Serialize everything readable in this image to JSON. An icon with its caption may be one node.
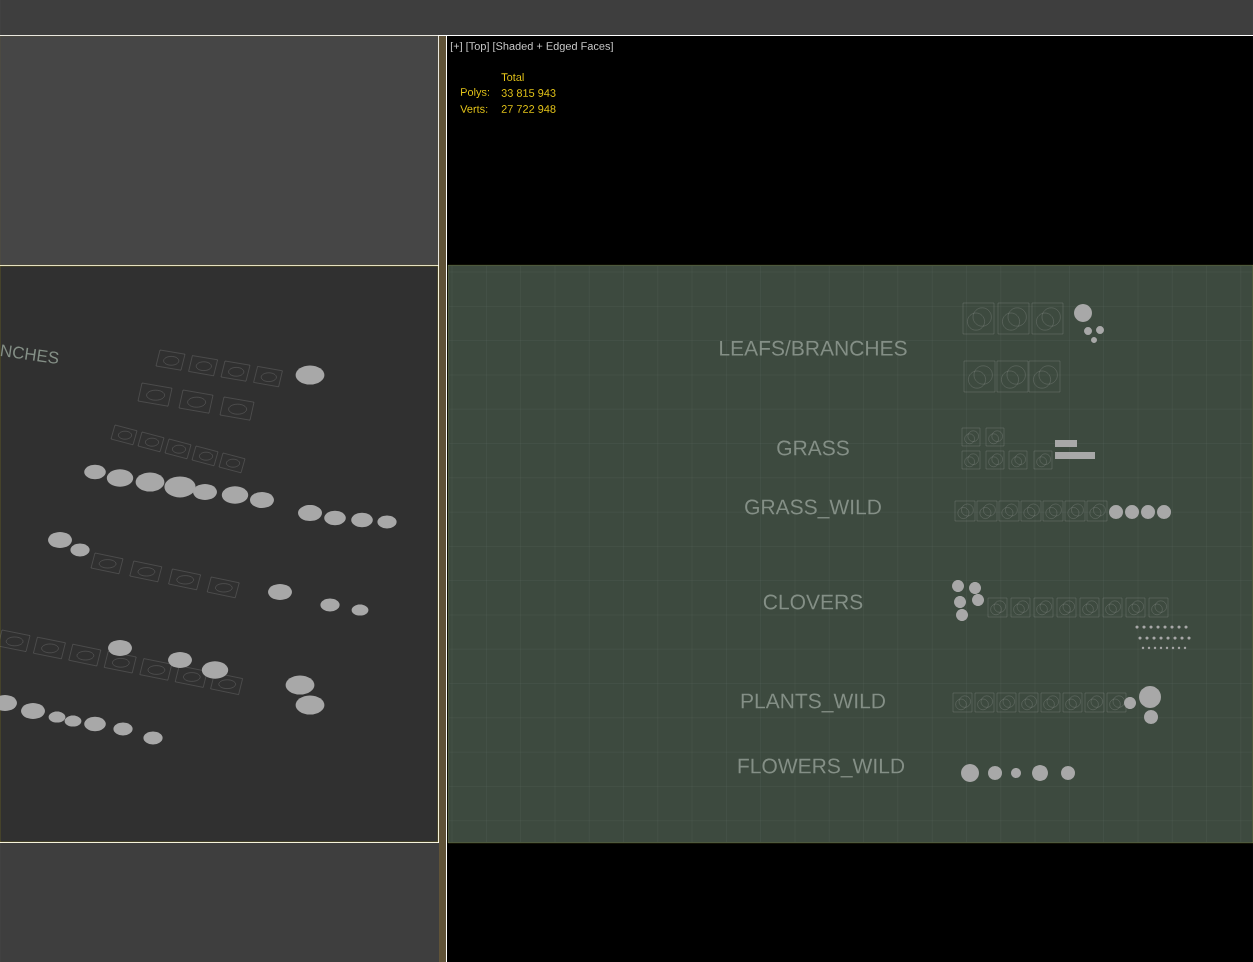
{
  "diagram": {
    "labels": [
      "[+] [Top] [Shaded + Edged Faces]",
      "Total",
      "Polys:",
      "33 815 943",
      "Verts:",
      "27 722 948",
      "NCHES",
      "LEAFS/BRANCHES",
      "GRASS",
      "GRASS_WILD",
      "CLOVERS",
      "PLANTS_WILD",
      "FLOWERS_WILD"
    ]
  }
}
